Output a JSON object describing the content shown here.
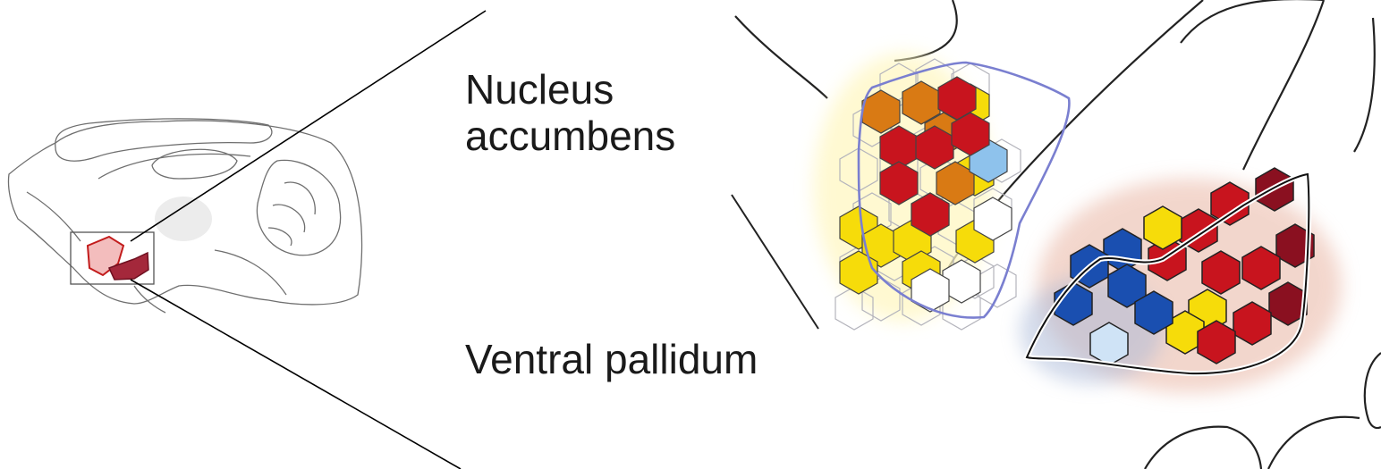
{
  "labels": {
    "nucleus_accumbens_line1": "Nucleus",
    "nucleus_accumbens_line2": "accumbens",
    "ventral_pallidum": "Ventral pallidum"
  },
  "colors": {
    "outline": "#222222",
    "nacc_boundary": "#7a7fd0",
    "hot_red": "#c8141e",
    "dark_red": "#8a1020",
    "orange": "#d97a14",
    "yellow": "#f6dc0a",
    "light_blue": "#8ec2ec",
    "blue": "#1a4fb0",
    "pale_blue": "#cfe3f6"
  },
  "icons": {
    "overview": "sagittal-rat-brain-icon",
    "zoom": "zoom-lines-icon"
  }
}
